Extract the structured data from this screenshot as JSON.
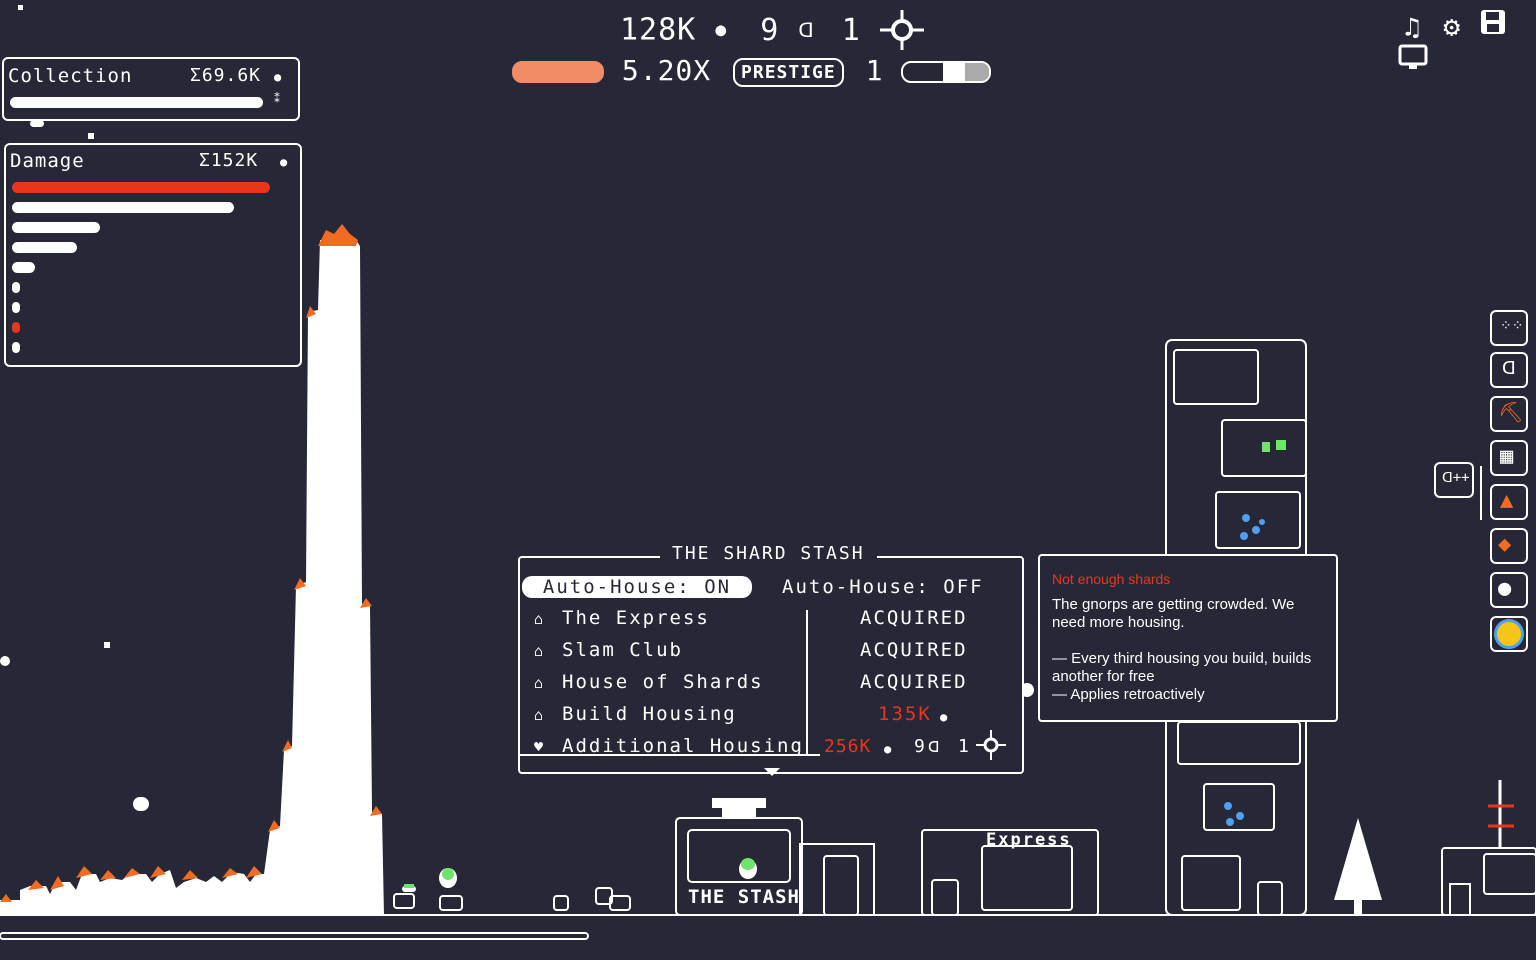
{
  "hud": {
    "shards": "128K",
    "gnorps": "9",
    "prestige_level": "1",
    "multiplier": "5.20X",
    "prestige_label": "PRESTIGE",
    "prestige_count": "1"
  },
  "top_right_icons": [
    "music-icon",
    "settings-gear-icon",
    "save-icon",
    "display-icon"
  ],
  "collection": {
    "label": "Collection",
    "total": "Σ69.6K",
    "bars": [
      {
        "fraction": 0.98
      }
    ]
  },
  "damage": {
    "label": "Damage",
    "total": "Σ152K",
    "bars": [
      {
        "fraction": 1.0,
        "color": "#e8361d"
      },
      {
        "fraction": 0.86,
        "color": "#ffffff"
      },
      {
        "fraction": 0.34,
        "color": "#ffffff"
      },
      {
        "fraction": 0.25,
        "color": "#ffffff"
      },
      {
        "fraction": 0.09,
        "color": "#ffffff"
      },
      {
        "fraction": 0.03,
        "color": "#ffffff"
      },
      {
        "fraction": 0.03,
        "color": "#ffffff"
      },
      {
        "fraction": 0.01,
        "color": "#e8361d"
      },
      {
        "fraction": 0.01,
        "color": "#ffffff"
      }
    ]
  },
  "stash": {
    "title": "THE SHARD STASH",
    "auto_on": "Auto-House: ON",
    "auto_off": "Auto-House: OFF",
    "rows": [
      {
        "label": "The Express",
        "value": "ACQUIRED"
      },
      {
        "label": "Slam Club",
        "value": "ACQUIRED"
      },
      {
        "label": "House of Shards",
        "value": "ACQUIRED"
      },
      {
        "label": "Build Housing",
        "value": "135K"
      }
    ],
    "additional": {
      "label": "Additional Housing",
      "cost_shards": "256K",
      "cost_gnorps": "9",
      "cost_level": "1"
    }
  },
  "tooltip": {
    "warning": "Not enough shards",
    "line1": "The gnorps are getting crowded. We need more housing.",
    "line2": "— Every third housing you build, builds another for free",
    "line3": "— Applies retroactively"
  },
  "scene": {
    "stash_sign": "THE STASH",
    "express_sign": "Express"
  },
  "colors": {
    "background": "#272837",
    "accent_red": "#e8361d",
    "flame_orange": "#f26b22",
    "white": "#ffffff",
    "bar_salmon": "#f28c66"
  }
}
